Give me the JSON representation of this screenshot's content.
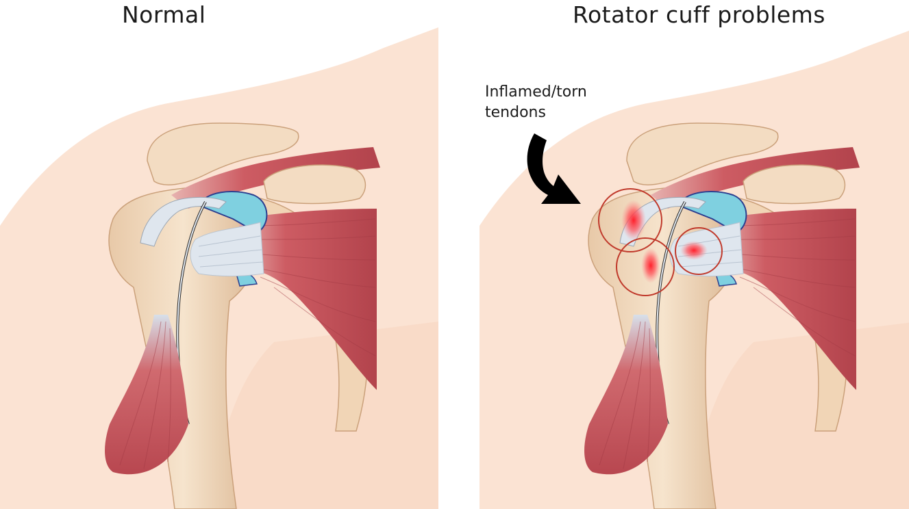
{
  "panels": [
    {
      "id": "normal",
      "title": "Normal"
    },
    {
      "id": "problem",
      "title": "Rotator cuff problems"
    }
  ],
  "annotation": {
    "lines": [
      "Inflamed/torn",
      "tendons"
    ]
  },
  "colors": {
    "skin": "#fbe3d3",
    "skin_shadow": "#f4cdb6",
    "bone": "#f3dcc2",
    "bone_shadow": "#dcb894",
    "muscle": "#c9555d",
    "muscle_dark": "#a63a44",
    "tendon": "#dfe6ee",
    "cartilage": "#7fd0e0",
    "labrum": "#2c3e8f",
    "inflammation": "#e8202a",
    "circle": "#c0392b"
  }
}
